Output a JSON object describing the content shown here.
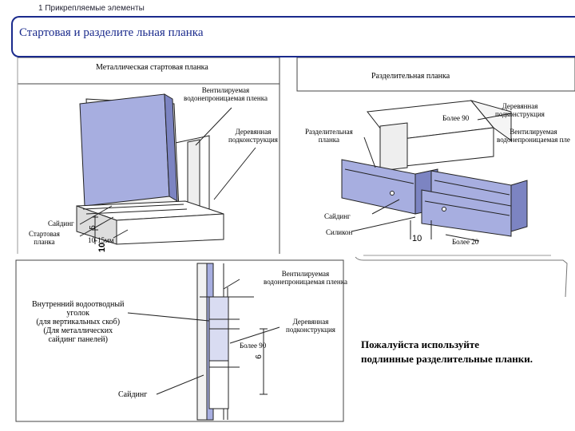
{
  "header": {
    "breadcrumb": "1  Прикрепляемые элементы",
    "title": "Стартовая и разделите льная планка"
  },
  "panel_left": {
    "title": "Металлическая  стартовая планка",
    "membrane": "Вентилируемая\nводонепроницаемая пленка",
    "wood": "Деревянная\nподконструкция",
    "siding": "Сайдинг",
    "starter": "Стартовая\nпланка",
    "gap": "10-15мм",
    "dim_5": "5",
    "dim_10": "10"
  },
  "panel_right": {
    "title": "Разделительная планка",
    "more90": "Более 90",
    "wood_top": "Деревянная\nподконструкция",
    "membrane": "Вентилируемая\nводонепроницаемая пле",
    "divider": "Разделительная\nпланка",
    "siding": "Сайдинг",
    "sealant": "Силикон",
    "dim_10": "10",
    "more20": "Более 20"
  },
  "panel_bottom": {
    "membrane": "Вентилируемая\nводонепроницаемая пленка",
    "inner_corner": "Внутренний водоотводный\nуголок\n(для вертикальных скоб)\n(Для металлических\nсайдинг панелей)",
    "wood": "Деревянная\nподконструкция",
    "more90": "Более 90",
    "dim_6": "6",
    "siding": "Сайдинг"
  },
  "notice": "Пожалуйста используйте\nподлинные разделительные планки.",
  "colors": {
    "accent": "#1a2a8c",
    "panel_fill": "#a7aee0",
    "panel_dark": "#7c84c2",
    "frame": "#444444"
  }
}
